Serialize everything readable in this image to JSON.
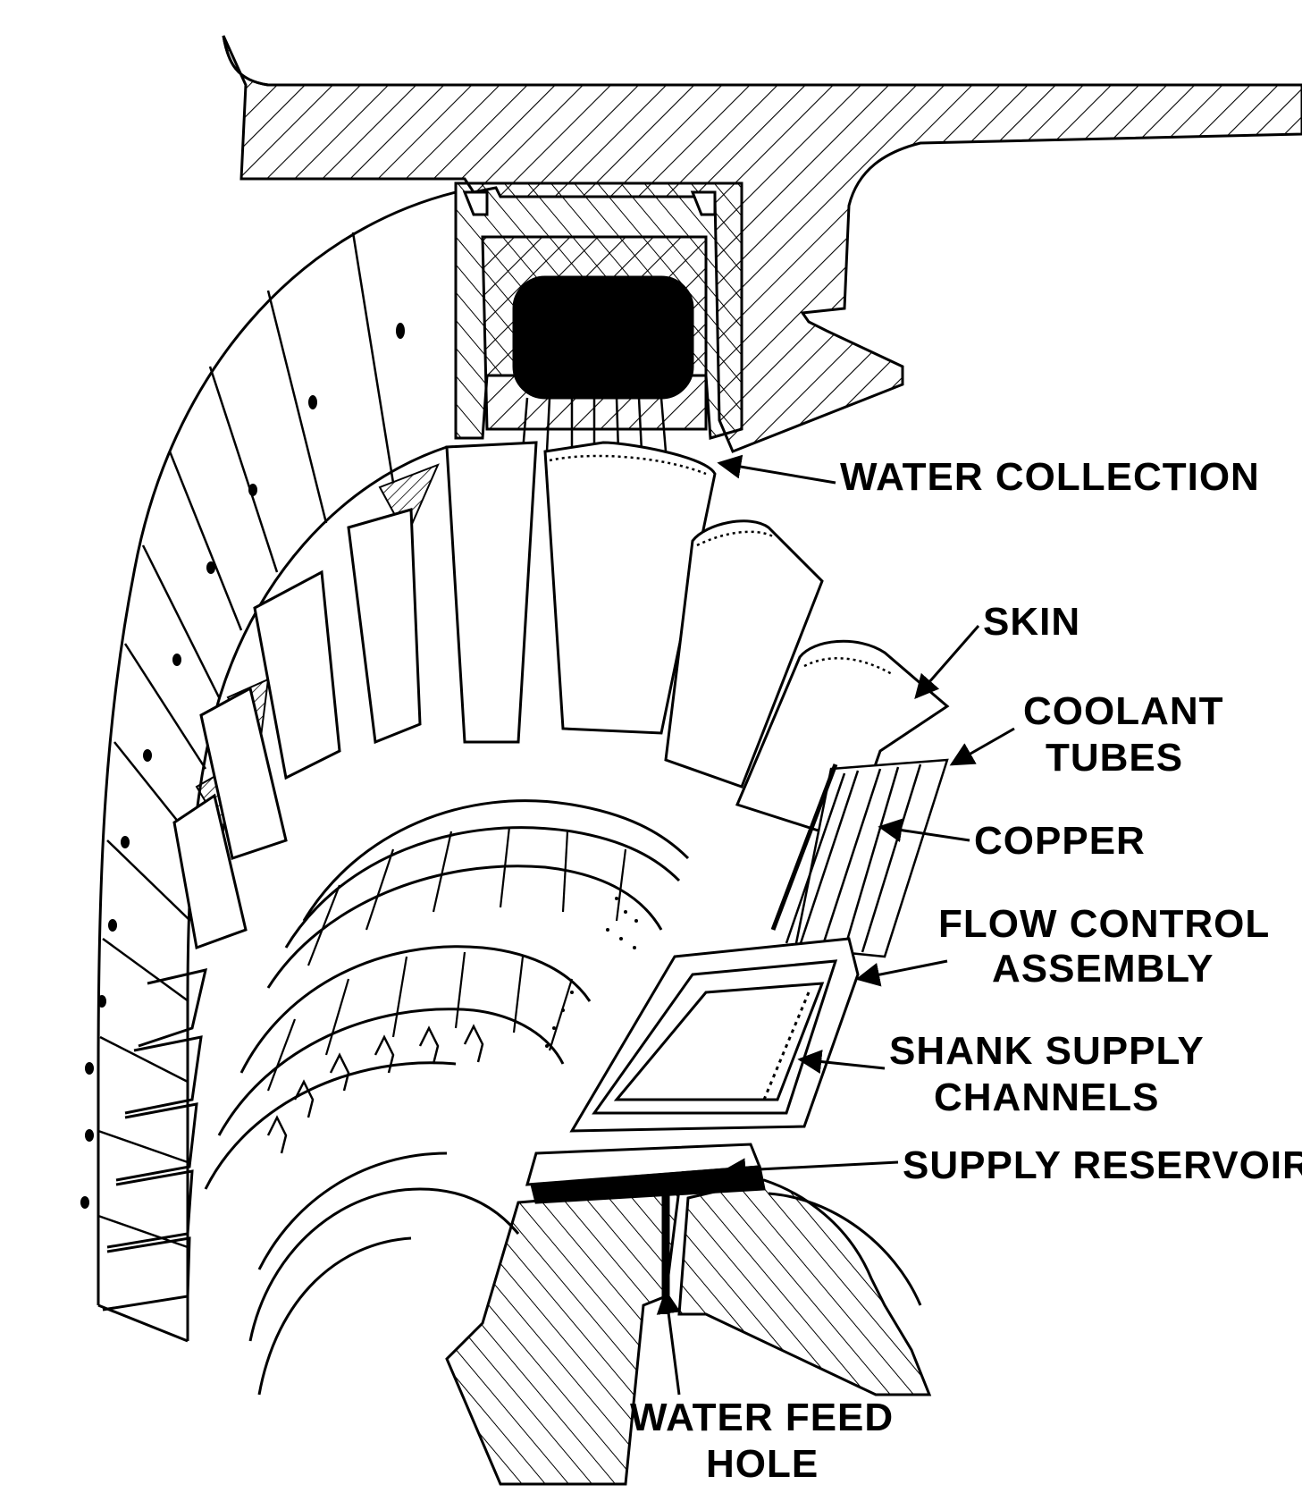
{
  "diagram": {
    "labels": {
      "water_collection": "WATER COLLECTION",
      "skin": "SKIN",
      "coolant_tubes_1": "COOLANT",
      "coolant_tubes_2": "TUBES",
      "copper": "COPPER",
      "flow_control_1": "FLOW CONTROL",
      "flow_control_2": "ASSEMBLY",
      "shank_supply_1": "SHANK SUPPLY",
      "shank_supply_2": "CHANNELS",
      "supply_reservoir": "SUPPLY RESERVOIR",
      "water_feed_1": "WATER FEED",
      "water_feed_2": "HOLE"
    },
    "colors": {
      "ink": "#000000",
      "paper": "#ffffff"
    }
  }
}
